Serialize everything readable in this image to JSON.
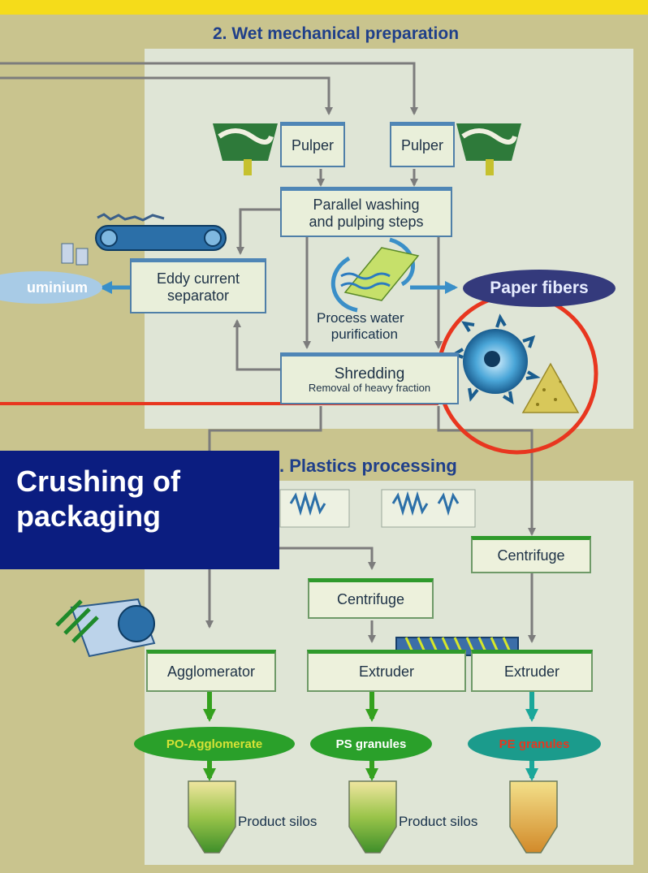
{
  "section_wet": {
    "title": "2. Wet mechanical preparation"
  },
  "section_plastics": {
    "title": ". Plastics processing"
  },
  "boxes": {
    "pulper_left": "Pulper",
    "pulper_right": "Pulper",
    "washing_line1": "Parallel washing",
    "washing_line2": "and pulping steps",
    "eddy_line1": "Eddy current",
    "eddy_line2": "separator",
    "water_line1": "Process water",
    "water_line2": "purification",
    "shredding_main": "Shredding",
    "shredding_sub": "Removal of heavy fraction",
    "centrifuge_right": "Centrifuge",
    "centrifuge_mid": "Centrifuge",
    "agglomerator": "Agglomerator",
    "extruder_mid": "Extruder",
    "extruder_right": "Extruder"
  },
  "outputs": {
    "aluminium": "uminium",
    "paper_fibers": "Paper fibers",
    "po": "PO-Agglomerate",
    "ps": "PS granules",
    "pe": "PE granules",
    "silos_left": "Product silos",
    "silos_right": "Product silos"
  },
  "callout": {
    "line1": "Crushing of",
    "line2": "packaging"
  },
  "colors": {
    "background": "#c9c48e",
    "yellow_bar": "#f5dc1a",
    "panel": "#dfe5d6",
    "callout_bg": "#0b1d80",
    "highlight_red": "#e8361f",
    "arrow_grey": "#7c7c7c",
    "arrow_blue": "#3a8fc8",
    "arrow_green": "#34a11e",
    "arrow_teal": "#1aa79a"
  }
}
